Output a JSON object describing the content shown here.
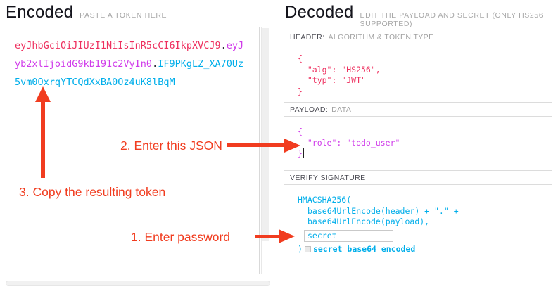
{
  "colors": {
    "annotation": "#f13c1f",
    "token_header": "#ee2f5e",
    "token_payload": "#d03bea",
    "token_signature": "#00aeea",
    "border": "#d9d9d9"
  },
  "encoded": {
    "title": "Encoded",
    "subtitle": "PASTE A TOKEN HERE",
    "token": {
      "header_part": "eyJhbGciOiJIUzI1NiIsInR5cCI6IkpXVCJ9",
      "dot1": ".",
      "payload_part": "eyJyb2xlIjoidG9kb191c2VyIn0",
      "dot2": ".",
      "signature_part": "IF9PKgLZ_XA70Uz5vm0OxrqYTCQdXxBA0Oz4uK8lBqM"
    }
  },
  "decoded": {
    "title": "Decoded",
    "subtitle": "EDIT THE PAYLOAD AND SECRET (ONLY HS256 SUPPORTED)",
    "header_section": {
      "label": "HEADER:",
      "sublabel": "ALGORITHM & TOKEN TYPE",
      "lines": [
        "{",
        "  \"alg\": \"HS256\",",
        "  \"typ\": \"JWT\"",
        "}"
      ]
    },
    "payload_section": {
      "label": "PAYLOAD:",
      "sublabel": "DATA",
      "lines": [
        "{",
        "  \"role\": \"todo_user\""
      ],
      "close_brace": "}"
    },
    "verify_section": {
      "label": "VERIFY SIGNATURE",
      "code_line1": "HMACSHA256(",
      "code_line2": "base64UrlEncode(header) + \".\" +",
      "code_line3": "base64UrlEncode(payload),",
      "secret_value": "secret",
      "close_paren": ")",
      "checkbox_label": "secret base64 encoded"
    }
  },
  "annotations": {
    "step1": "1. Enter password",
    "step2": "2. Enter this JSON",
    "step3": "3. Copy the resulting token"
  }
}
